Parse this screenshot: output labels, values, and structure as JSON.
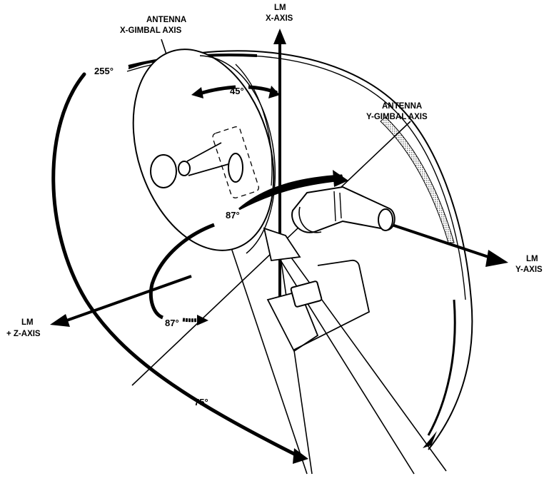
{
  "diagram": {
    "labels": {
      "antenna_x_gimbal": [
        "ANTENNA",
        "X-GIMBAL AXIS"
      ],
      "lm_x_axis": [
        "LM",
        "X-AXIS"
      ],
      "antenna_y_gimbal": [
        "ANTENNA",
        "Y-GIMBAL AXIS"
      ],
      "lm_y_axis": [
        "LM",
        "Y-AXIS"
      ],
      "lm_z_axis": [
        "LM",
        "+ Z-AXIS"
      ]
    },
    "angles": {
      "x_gimbal_range": "255°",
      "offset_from_x_axis": "45°",
      "y_gimbal_upper": "87°",
      "y_gimbal_lower": "87°",
      "x_gimbal_lower": "75°"
    },
    "colors": {
      "ink": "#000000",
      "background": "#ffffff",
      "stipple": "#9a9a9a"
    }
  }
}
